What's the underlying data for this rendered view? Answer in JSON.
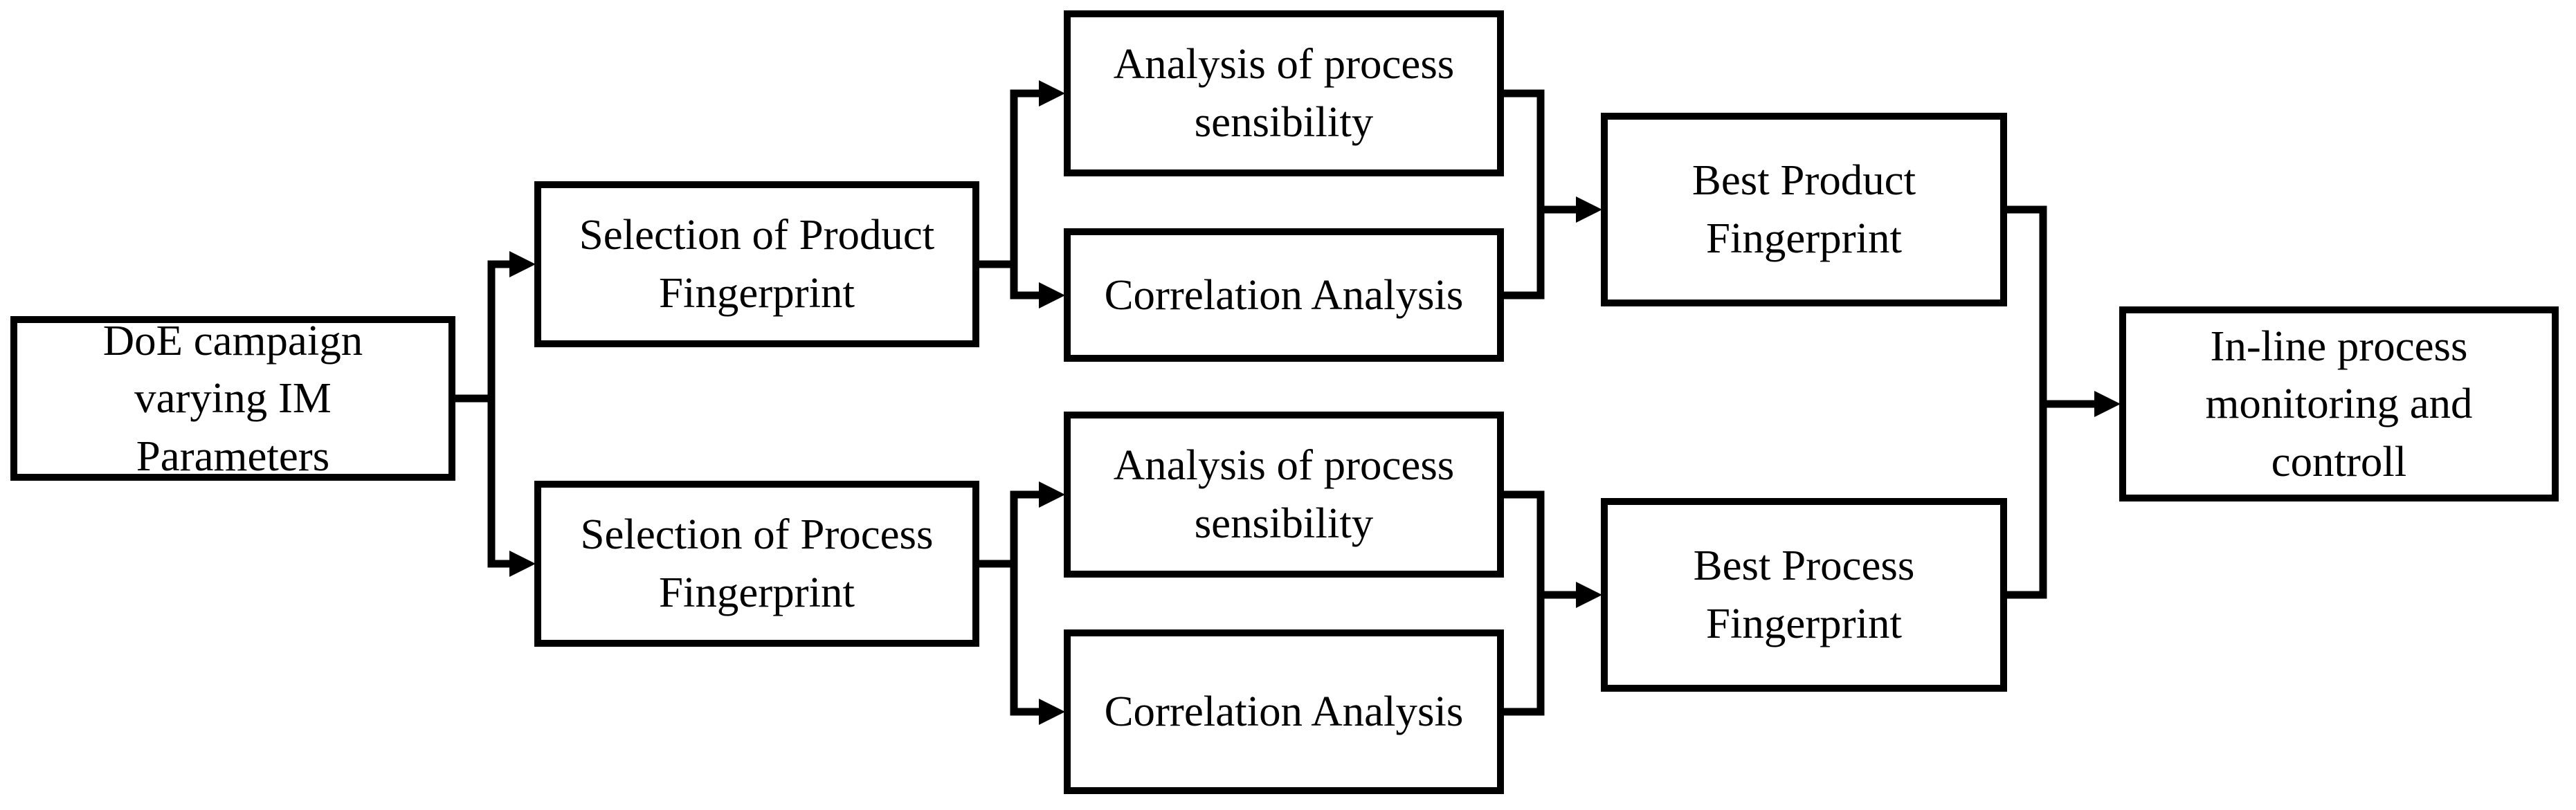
{
  "figure": {
    "background": "#ffffff",
    "line_color": "#000000",
    "text_color": "#000000",
    "arrow_style": "filled-triangle"
  },
  "nodes": {
    "doe_campaign": {
      "label": [
        "DoE campaign",
        "varying IM",
        "Parameters"
      ]
    },
    "selection_product": {
      "label": [
        "Selection of Product",
        "Fingerprint"
      ]
    },
    "selection_process": {
      "label": [
        "Selection of Process",
        "Fingerprint"
      ]
    },
    "analysis_sensibility_product": {
      "label": [
        "Analysis of process",
        "sensibility"
      ]
    },
    "correlation_product": {
      "label": [
        "Correlation Analysis"
      ]
    },
    "analysis_sensibility_process": {
      "label": [
        "Analysis of process",
        "sensibility"
      ]
    },
    "correlation_process": {
      "label": [
        "Correlation Analysis"
      ]
    },
    "best_product": {
      "label": [
        "Best Product",
        "Fingerprint"
      ]
    },
    "best_process": {
      "label": [
        "Best Process",
        "Fingerprint"
      ]
    },
    "inline_monitoring": {
      "label": [
        "In-line process",
        "monitoring and",
        "controll"
      ]
    }
  },
  "edges": [
    {
      "from": "doe_campaign",
      "to": "selection_product"
    },
    {
      "from": "doe_campaign",
      "to": "selection_process"
    },
    {
      "from": "selection_product",
      "to": "analysis_sensibility_product"
    },
    {
      "from": "selection_product",
      "to": "correlation_product"
    },
    {
      "from": "selection_process",
      "to": "analysis_sensibility_process"
    },
    {
      "from": "selection_process",
      "to": "correlation_process"
    },
    {
      "from": "analysis_sensibility_product",
      "to": "best_product"
    },
    {
      "from": "correlation_product",
      "to": "best_product"
    },
    {
      "from": "analysis_sensibility_process",
      "to": "best_process"
    },
    {
      "from": "correlation_process",
      "to": "best_process"
    },
    {
      "from": "best_product",
      "to": "inline_monitoring"
    },
    {
      "from": "best_process",
      "to": "inline_monitoring"
    }
  ]
}
